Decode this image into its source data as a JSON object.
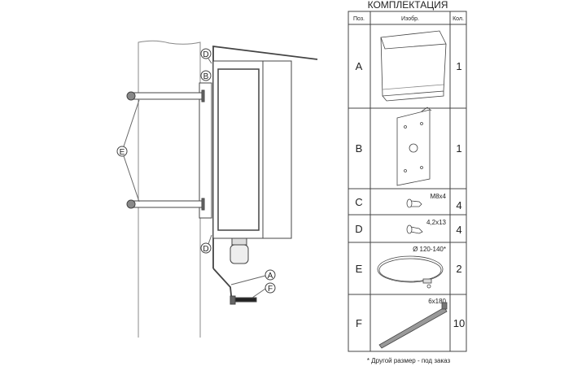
{
  "title": "КОМПЛЕКТАЦИЯ",
  "table": {
    "headers": {
      "pos": "Поз.",
      "image": "Изобр.",
      "qty": "Кол."
    },
    "rows": [
      {
        "pos": "A",
        "spec": "",
        "qty": "1"
      },
      {
        "pos": "B",
        "spec": "",
        "qty": "1"
      },
      {
        "pos": "C",
        "spec": "M8x4",
        "qty": "4"
      },
      {
        "pos": "D",
        "spec": "4,2x13",
        "qty": "4"
      },
      {
        "pos": "E",
        "spec": "Ø 120-140*",
        "qty": "2"
      },
      {
        "pos": "F",
        "spec": "6x180",
        "qty": "10"
      }
    ]
  },
  "footnote": "* Другой размер - под заказ",
  "callouts": {
    "d_top": "D",
    "b": "B",
    "e": "E",
    "d_bottom": "D",
    "a": "A",
    "f": "F"
  }
}
